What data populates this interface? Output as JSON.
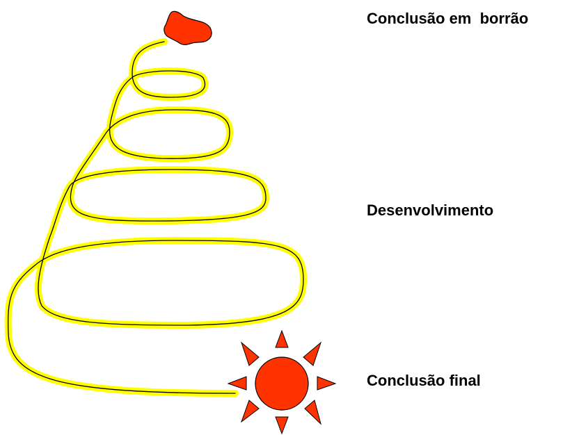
{
  "labels": {
    "top": "Conclusão em  borrão",
    "middle": "Desenvolvimento",
    "bottom": "Conclusão final"
  },
  "icons": {
    "top": "blot-icon",
    "bottom": "sun-icon"
  },
  "colors": {
    "path_glow": "#ffff00",
    "path_line": "#000000",
    "blot_fill": "#ff3300",
    "sun_fill": "#ff3300",
    "outline": "#000000"
  }
}
